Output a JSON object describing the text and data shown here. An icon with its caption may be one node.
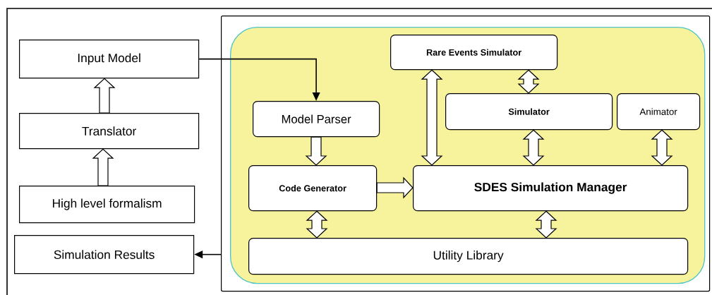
{
  "diagram": {
    "nodes": [
      {
        "text": [
          "Input Model"
        ]
      },
      {
        "text": [
          "Translator"
        ]
      },
      {
        "text": [
          "High level formalism"
        ]
      },
      {
        "text": [
          "Simulation Results"
        ]
      },
      {
        "text": [],
        "shape": "box"
      },
      {
        "text": [],
        "shape": "box",
        "in": 4
      },
      {
        "text": [
          "Rare Events Simulator"
        ],
        "in": 5
      },
      {
        "text": [
          "Model Parser"
        ],
        "in": 5
      },
      {
        "text": [
          "Simulator"
        ],
        "in": 5
      },
      {
        "text": [
          "Animator"
        ],
        "in": 5
      },
      {
        "text": [
          "Code Generator"
        ],
        "in": 5
      },
      {
        "text": [
          "SDES Simulation Manager"
        ],
        "in": 5
      },
      {
        "text": [
          "Utility Library"
        ],
        "in": 5
      }
    ],
    "edges": [
      {
        "from": 2,
        "to": 1,
        "arrow": "to",
        "style": "thick"
      },
      {
        "from": 1,
        "to": 0,
        "arrow": "to",
        "style": "thick"
      },
      {
        "from": 0,
        "to": 7,
        "arrow": "to"
      },
      {
        "from": 7,
        "to": 10,
        "arrow": "to",
        "style": "thick"
      },
      {
        "from": 10,
        "to": 11,
        "arrow": "to",
        "style": "thick"
      },
      {
        "from": 6,
        "to": 11,
        "arrow": "both",
        "style": "thick"
      },
      {
        "from": 6,
        "to": 8,
        "arrow": "both",
        "style": "thick"
      },
      {
        "from": 8,
        "to": 11,
        "arrow": "both",
        "style": "thick"
      },
      {
        "from": 9,
        "to": 11,
        "arrow": "both",
        "style": "thick"
      },
      {
        "from": 10,
        "to": 12,
        "arrow": "both",
        "style": "thick"
      },
      {
        "from": 11,
        "to": 12,
        "arrow": "both",
        "style": "thick"
      },
      {
        "from": 4,
        "to": 3,
        "arrow": "to"
      }
    ]
  }
}
